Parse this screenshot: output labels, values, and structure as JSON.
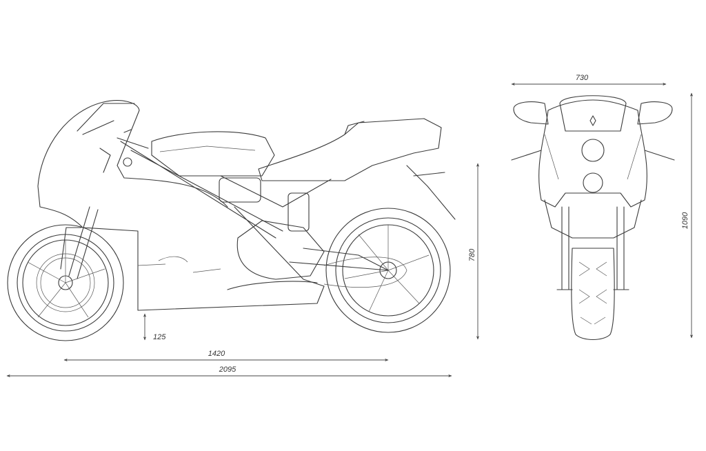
{
  "drawing": {
    "side_view": {
      "wheel_to_ground_clearance": "125",
      "wheelbase": "1420",
      "overall_length": "2095",
      "seat_height": "780"
    },
    "front_view": {
      "overall_width": "730",
      "overall_height": "1090"
    },
    "colors": {
      "line": "#3a3a3a",
      "background": "#ffffff"
    }
  }
}
